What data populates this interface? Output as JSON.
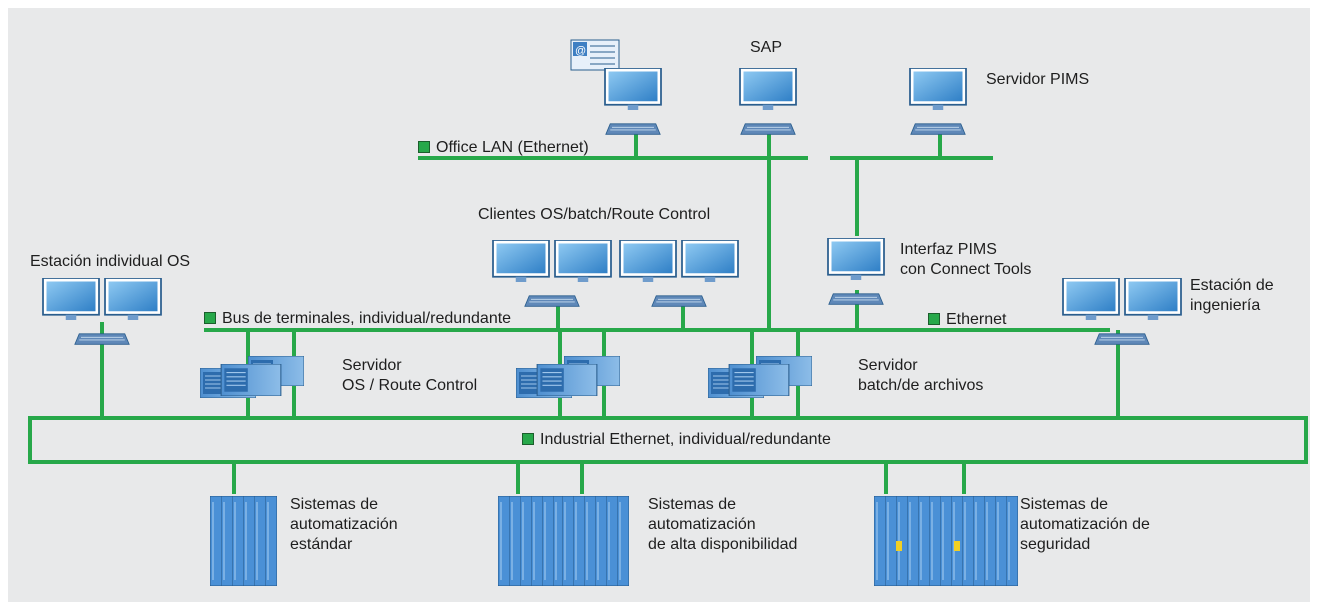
{
  "labels": {
    "sap": "SAP",
    "servidor_pims": "Servidor PIMS",
    "office_lan": "Office LAN (Ethernet)",
    "clientes": "Clientes OS/batch/Route Control",
    "interfaz_pims": "Interfaz PIMS\ncon Connect Tools",
    "estacion_individual": "Estación individual OS",
    "estacion_ingenieria": "Estación de\ningeniería",
    "bus_terminales": "Bus de terminales, individual/redundante",
    "ethernet": "Ethernet",
    "servidor_os": "Servidor\nOS / Route Control",
    "servidor_batch": "Servidor\nbatch/de archivos",
    "industrial_ethernet": "Industrial Ethernet, individual/redundante",
    "sistemas_estandar": "Sistemas de\nautomatización\nestándar",
    "sistemas_alta": "Sistemas de\nautomatización\nde alta disponibilidad",
    "sistemas_seguridad": "Sistemas de\nautomatización de\nseguridad"
  },
  "icons": {
    "email": "email-icon",
    "monitor": "monitor-icon",
    "keyboard": "keyboard-icon",
    "server": "server-icon",
    "plc": "plc-rack-icon"
  },
  "colors": {
    "background": "#e8e9ea",
    "network_line": "#27a84a",
    "device_blue": "#5b9bd5",
    "screen_blue": "#3f8fd2",
    "text": "#1e1e1e"
  }
}
